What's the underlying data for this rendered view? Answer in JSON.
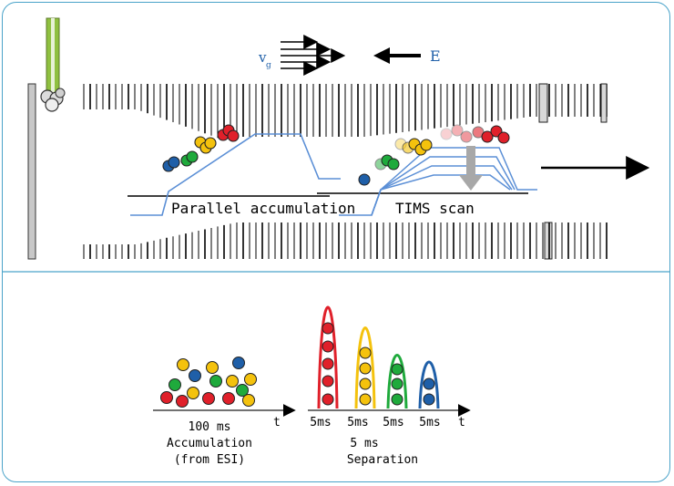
{
  "top": {
    "vg_label": "v",
    "vg_sub": "g",
    "e_label": "E",
    "stage1_label": "Parallel accumulation",
    "stage2_label": "TIMS scan"
  },
  "bottom": {
    "accum_axis_t": "t",
    "accum_time": "100 ms",
    "accum_title": "Accumulation",
    "accum_source": "(from ESI)",
    "sep_axis_t": "t",
    "peak_times": [
      "5ms",
      "5ms",
      "5ms",
      "5ms"
    ],
    "sep_time": "5 ms",
    "sep_title": "Separation"
  },
  "colors": {
    "frame": "#4aa3c9",
    "red": "#e0202a",
    "yellow": "#f4c20d",
    "green": "#1faa3c",
    "blue": "#1f5fa8",
    "field_line": "#5b8fd6",
    "capillary": "#8fc040"
  }
}
